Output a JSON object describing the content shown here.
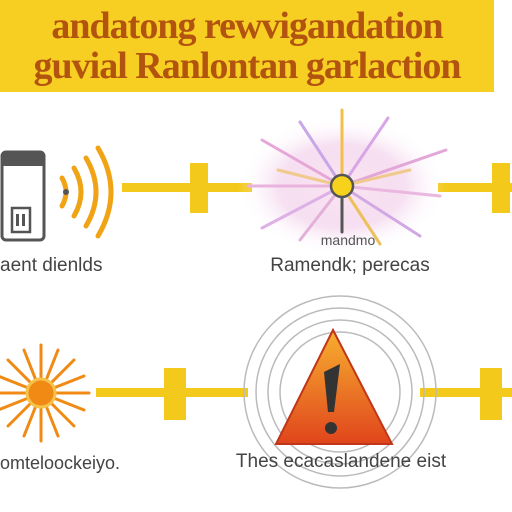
{
  "title": {
    "line1": "andatong rewvigandation",
    "line2": "guvial Ranlontan garlaction"
  },
  "captions": {
    "device": "aent dienlds",
    "burst_small": "mandmo",
    "burst": "Ramendk; perecas",
    "sun": "omteloockeiyo.",
    "warning": "Thes ecacaslandene eist"
  },
  "colors": {
    "banner": "#f7cf22",
    "banner_text": "#b2530f",
    "connector": "#f3c91c",
    "wave": "#f1a316",
    "sun": "#f08a14",
    "warning_orange": "#f0821c",
    "warning_red": "#d63a1a"
  },
  "icons": [
    "device-icon",
    "signal-waves-icon",
    "radiation-burst-icon",
    "sun-icon",
    "warning-triangle-icon",
    "exclamation-icon"
  ]
}
